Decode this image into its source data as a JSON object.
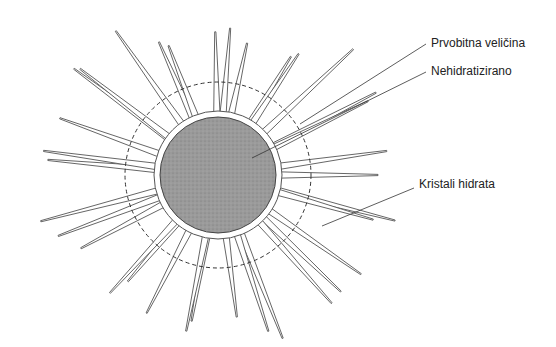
{
  "diagram": {
    "labels": [
      "Prvobitna veličina",
      "Nehidratizirano",
      "Kristali hidrata"
    ]
  }
}
